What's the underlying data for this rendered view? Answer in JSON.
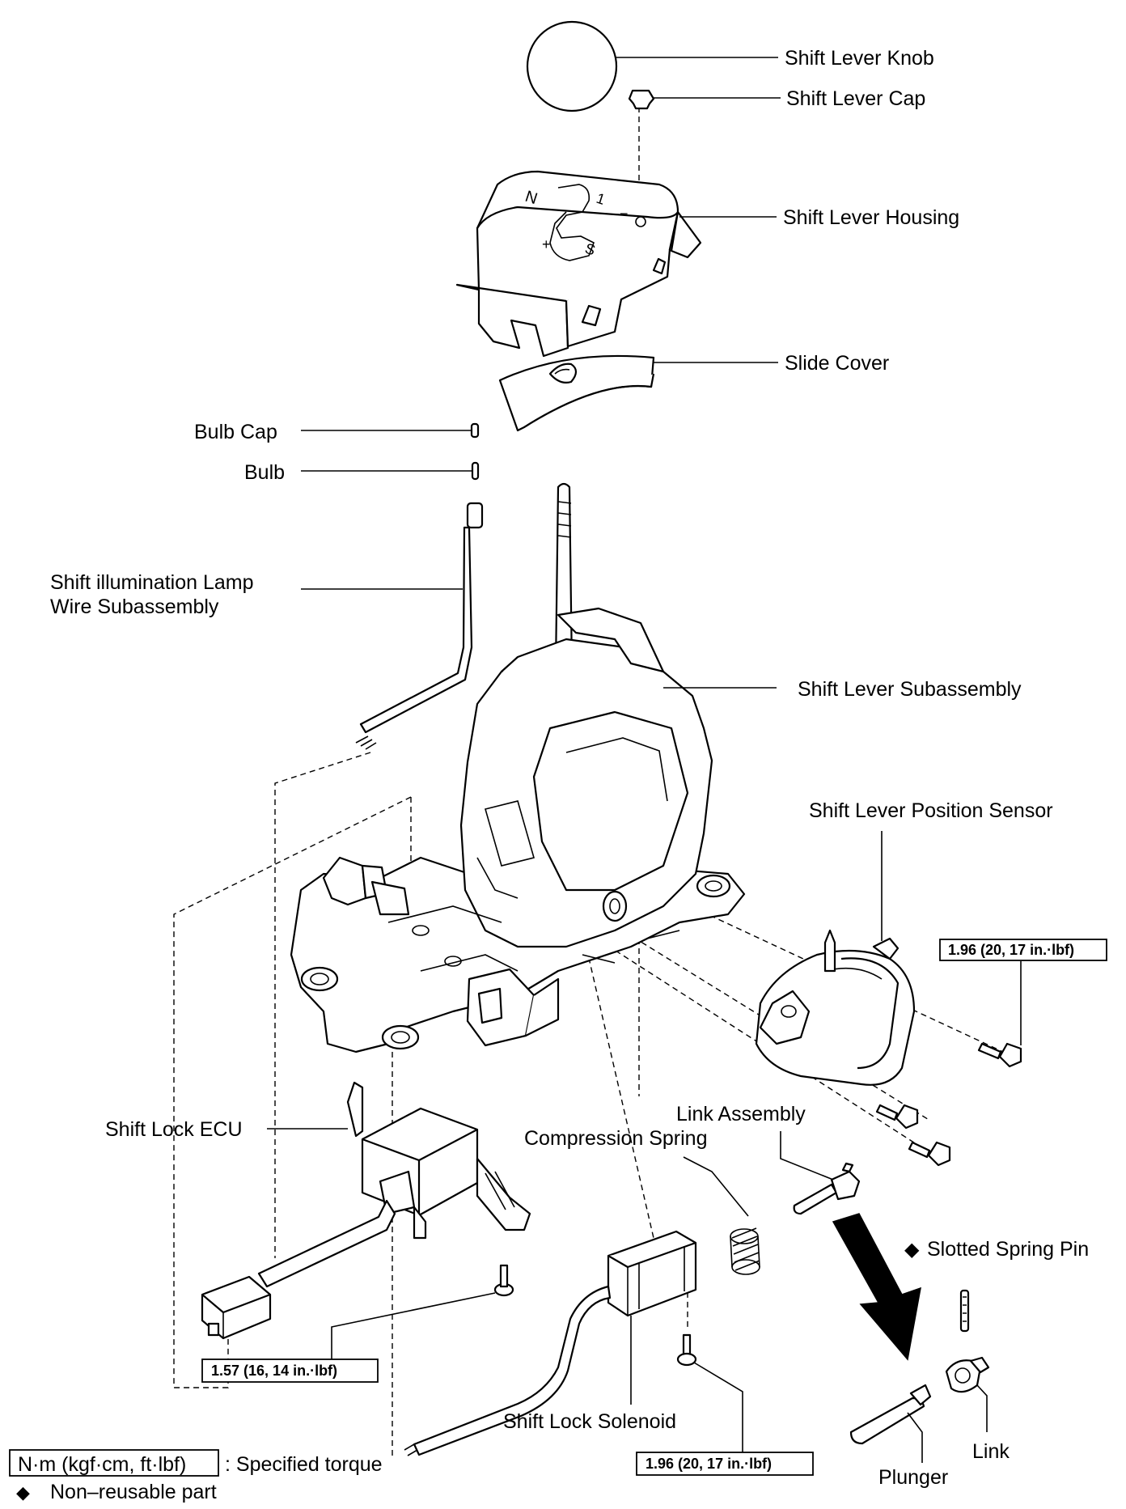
{
  "labels": {
    "shift_lever_knob": "Shift Lever Knob",
    "shift_lever_cap": "Shift Lever Cap",
    "shift_lever_housing": "Shift Lever Housing",
    "slide_cover": "Slide Cover",
    "bulb_cap": "Bulb Cap",
    "bulb": "Bulb",
    "lamp_wire_line1": "Shift illumination Lamp",
    "lamp_wire_line2": "Wire Subassembly",
    "shift_lever_subassembly": "Shift Lever Subassembly",
    "position_sensor": "Shift Lever Position Sensor",
    "shift_lock_ecu": "Shift Lock ECU",
    "link_assembly": "Link Assembly",
    "compression_spring": "Compression Spring",
    "slotted_spring_pin": "Slotted Spring Pin",
    "shift_lock_solenoid": "Shift Lock Solenoid",
    "link": "Link",
    "plunger": "Plunger"
  },
  "torques": {
    "sensor_bolt": "1.96 (20, 17 in.·lbf)",
    "ecu_bolt": "1.57 (16, 14 in.·lbf)",
    "solenoid_bolt": "1.96 (20, 17 in.·lbf)"
  },
  "legend": {
    "torque_unit": "N·m (kgf·cm, ft·lbf)",
    "torque_desc": ": Specified torque",
    "diamond": "◆",
    "non_reusable": "Non–reusable part"
  }
}
